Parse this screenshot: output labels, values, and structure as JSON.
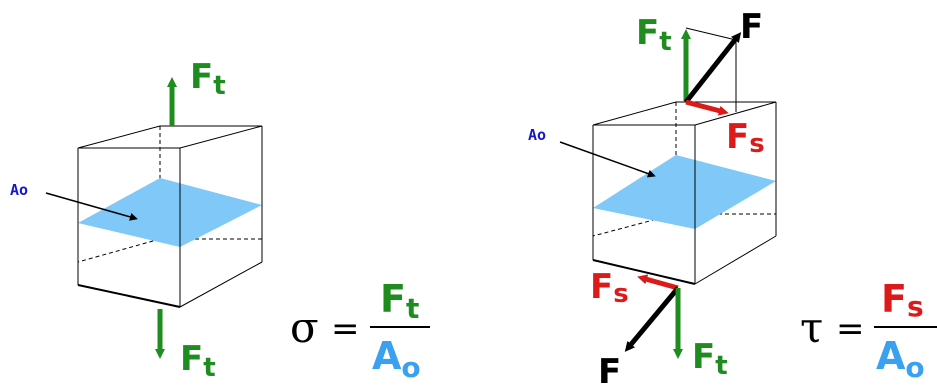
{
  "colors": {
    "tension": "#1e8c1e",
    "shear": "#dd1a1a",
    "resultant": "#000000",
    "area_plane": "#7fc8f8",
    "area_label": "#1515cc",
    "denominator": "#3aa0f0",
    "edges": "#000000"
  },
  "left_block": {
    "top_force": {
      "main": "F",
      "sub": "t"
    },
    "bottom_force": {
      "main": "F",
      "sub": "t"
    },
    "area_label": "Ao"
  },
  "left_formula": {
    "symbol": "σ",
    "equals": "=",
    "numerator": {
      "main": "F",
      "sub": "t"
    },
    "denominator": {
      "main": "A",
      "sub": "o"
    }
  },
  "right_block": {
    "tension_top": {
      "main": "F",
      "sub": "t"
    },
    "resultant_top": "F",
    "shear_top": {
      "main": "F",
      "sub": "s"
    },
    "area_label": "Ao",
    "shear_bottom": {
      "main": "F",
      "sub": "s"
    },
    "resultant_bottom": "F",
    "tension_bottom": {
      "main": "F",
      "sub": "t"
    }
  },
  "right_formula": {
    "symbol": "τ",
    "equals": "=",
    "numerator": {
      "main": "F",
      "sub": "s"
    },
    "denominator": {
      "main": "A",
      "sub": "o"
    }
  }
}
